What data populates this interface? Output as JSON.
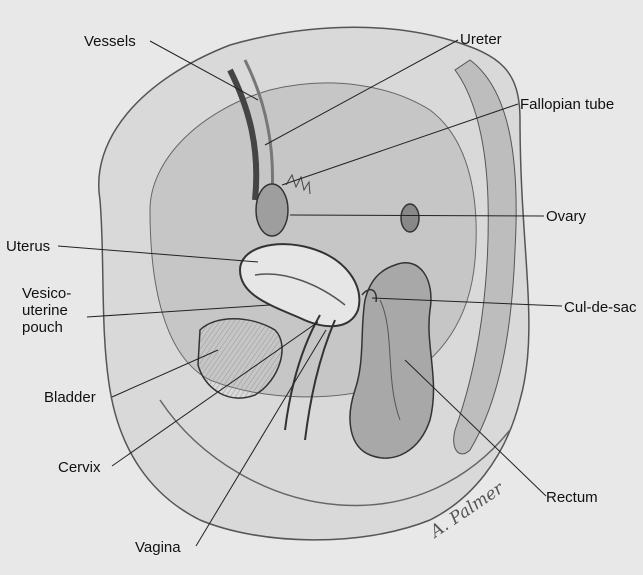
{
  "labels": {
    "vessels": "Vessels",
    "ureter": "Ureter",
    "fallopian_tube": "Fallopian tube",
    "ovary": "Ovary",
    "uterus": "Uterus",
    "vesicouterine_pouch": [
      "Vesico-",
      "uterine",
      "pouch"
    ],
    "cul_de_sac": "Cul-de-sac",
    "bladder": "Bladder",
    "cervix": "Cervix",
    "rectum": "Rectum",
    "vagina": "Vagina"
  },
  "signature": "A. Palmer"
}
